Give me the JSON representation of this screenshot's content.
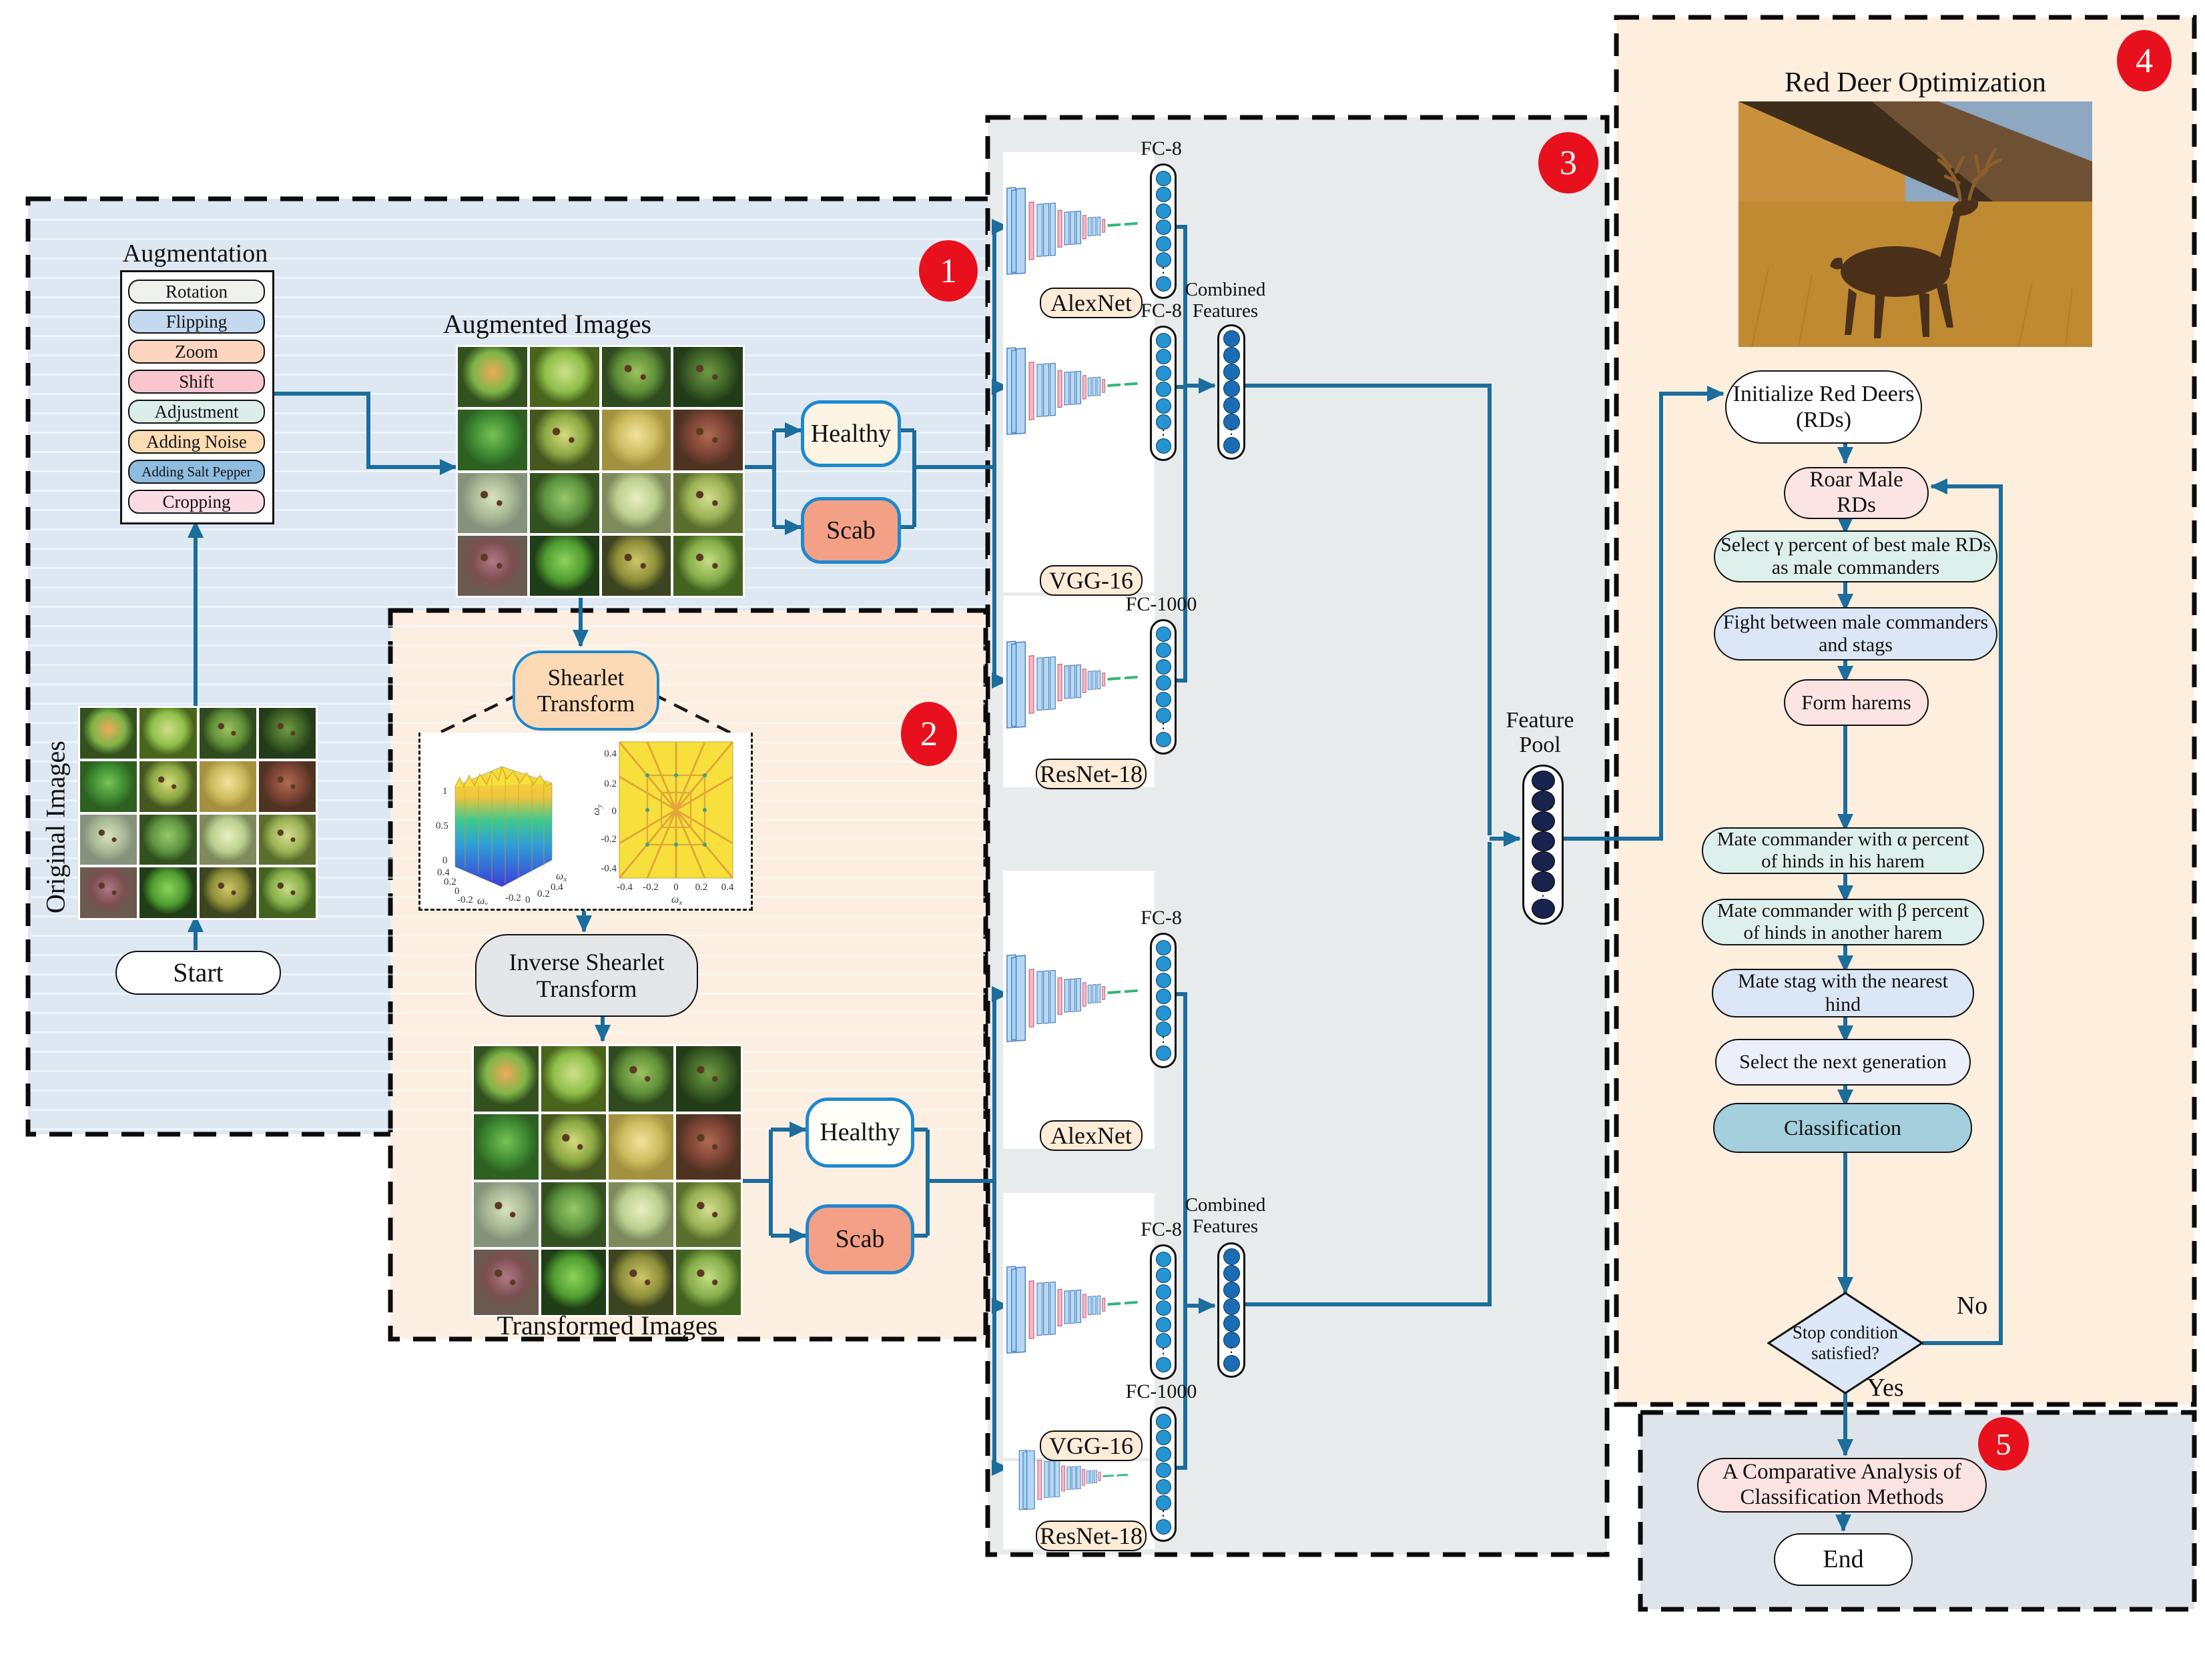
{
  "colors": {
    "arrow": "#1b6d9c",
    "border_dash": "#0b0b0b",
    "badge_red": "#e8101c",
    "s1_bg": "#dde8f3",
    "s2_bg": "#fcefe1",
    "s3_bg": "#e7ebeb",
    "s4_bg": "#fdeede",
    "s5_bg": "#dfe4ea",
    "fc_circle": "#2494d2",
    "combined_circle": "#1c6cb5",
    "pool_circle": "#18234e",
    "healthy_border": "#1e88cf",
    "scab_fill": "#f4a086",
    "classification_fill": "#a4cfdd"
  },
  "s1": {
    "badge": "1",
    "augmentation_title": "Augmentation",
    "methods": [
      "Rotation",
      "Flipping",
      "Zoom",
      "Shift",
      "Adjustment",
      "Adding Noise",
      "Adding Salt Pepper",
      "Cropping"
    ],
    "original_images_label": "Original Images",
    "augmented_images_label": "Augmented Images",
    "start": "Start",
    "healthy": "Healthy",
    "scab": "Scab"
  },
  "s2": {
    "badge": "2",
    "shearlet": "Shearlet Transform",
    "inverse": "Inverse Shearlet Transform",
    "transformed_images_label": "Transformed Images",
    "healthy": "Healthy",
    "scab": "Scab",
    "plot3d": {
      "z_ticks": [
        "1",
        "0.5",
        "0"
      ],
      "left_ticks": [
        "0.4",
        "0.2",
        "0",
        "-0.2",
        "-0.4"
      ],
      "right_ticks": [
        "-0.4",
        "-0.2",
        "0",
        "0.2",
        "0.4"
      ],
      "omega": "ω",
      "sub_y": "y",
      "sub_x": "x"
    },
    "plot2d": {
      "y_ticks": [
        "0.4",
        "0.2",
        "0",
        "-0.2",
        "-0.4"
      ],
      "x_ticks": [
        "-0.4",
        "-0.2",
        "0",
        "0.2",
        "0.4"
      ],
      "omega": "ω",
      "sub_y": "y",
      "sub_x": "x"
    }
  },
  "s3": {
    "badge": "3",
    "rows": [
      {
        "fc": "FC-8",
        "net": "AlexNet"
      },
      {
        "fc": "FC-8",
        "net": "VGG-16"
      },
      {
        "fc": "FC-1000",
        "net": "ResNet-18"
      }
    ],
    "combined_label": "Combined Features",
    "feature_pool_label": "Feature Pool"
  },
  "s4": {
    "badge": "4",
    "title": "Red Deer Optimization",
    "steps": [
      "Initialize Red Deers (RDs)",
      "Roar Male RDs",
      "Select γ percent of best male RDs as male commanders",
      "Fight between male commanders and stags",
      "Form harems",
      "Mate commander with α percent of hinds in his harem",
      "Mate commander with β percent of hinds in another harem",
      "Mate stag with the nearest hind",
      "Select the next generation",
      "Classification"
    ],
    "decision": "Stop condition satisfied?",
    "yes": "Yes",
    "no": "No"
  },
  "s5": {
    "badge": "5",
    "analysis": "A Comparative Analysis of Classification Methods",
    "end": "End"
  },
  "apple_palette": [
    {
      "leaf": "#33511f",
      "f1": "#f0a95c",
      "f2": "#7fb548",
      "spots": false
    },
    {
      "leaf": "#49651c",
      "f1": "#cfe08a",
      "f2": "#8fbf4a",
      "spots": false
    },
    {
      "leaf": "#2f4a1e",
      "f1": "#9cc45e",
      "f2": "#5f8f38",
      "spots": true
    },
    {
      "leaf": "#233c18",
      "f1": "#6f9c44",
      "f2": "#3f6327",
      "spots": true
    },
    {
      "leaf": "#2e6022",
      "f1": "#79c257",
      "f2": "#3e8c32",
      "spots": false
    },
    {
      "leaf": "#46561f",
      "f1": "#d6dc7d",
      "f2": "#8aa842",
      "spots": true
    },
    {
      "leaf": "#a3913f",
      "f1": "#f2e49c",
      "f2": "#cdbc60",
      "spots": false
    },
    {
      "leaf": "#4f3322",
      "f1": "#b06a52",
      "f2": "#7c4334",
      "spots": true
    },
    {
      "leaf": "#85937c",
      "f1": "#d8e2c2",
      "f2": "#a8b894",
      "spots": true
    },
    {
      "leaf": "#33511f",
      "f1": "#98c86a",
      "f2": "#5e9440",
      "spots": false
    },
    {
      "leaf": "#7e8a5c",
      "f1": "#e9efc0",
      "f2": "#bccf8e",
      "spots": false
    },
    {
      "leaf": "#5c6e2e",
      "f1": "#d5de92",
      "f2": "#9cb254",
      "spots": true
    },
    {
      "leaf": "#6b5a50",
      "f1": "#b07884",
      "f2": "#7c4f50",
      "spots": true
    },
    {
      "leaf": "#1f3d16",
      "f1": "#8ed45c",
      "f2": "#4f9c30",
      "spots": false
    },
    {
      "leaf": "#3c4420",
      "f1": "#cfc769",
      "f2": "#8f8f3a",
      "spots": true
    },
    {
      "leaf": "#42631f",
      "f1": "#c7de85",
      "f2": "#86ae4a",
      "spots": true
    }
  ]
}
